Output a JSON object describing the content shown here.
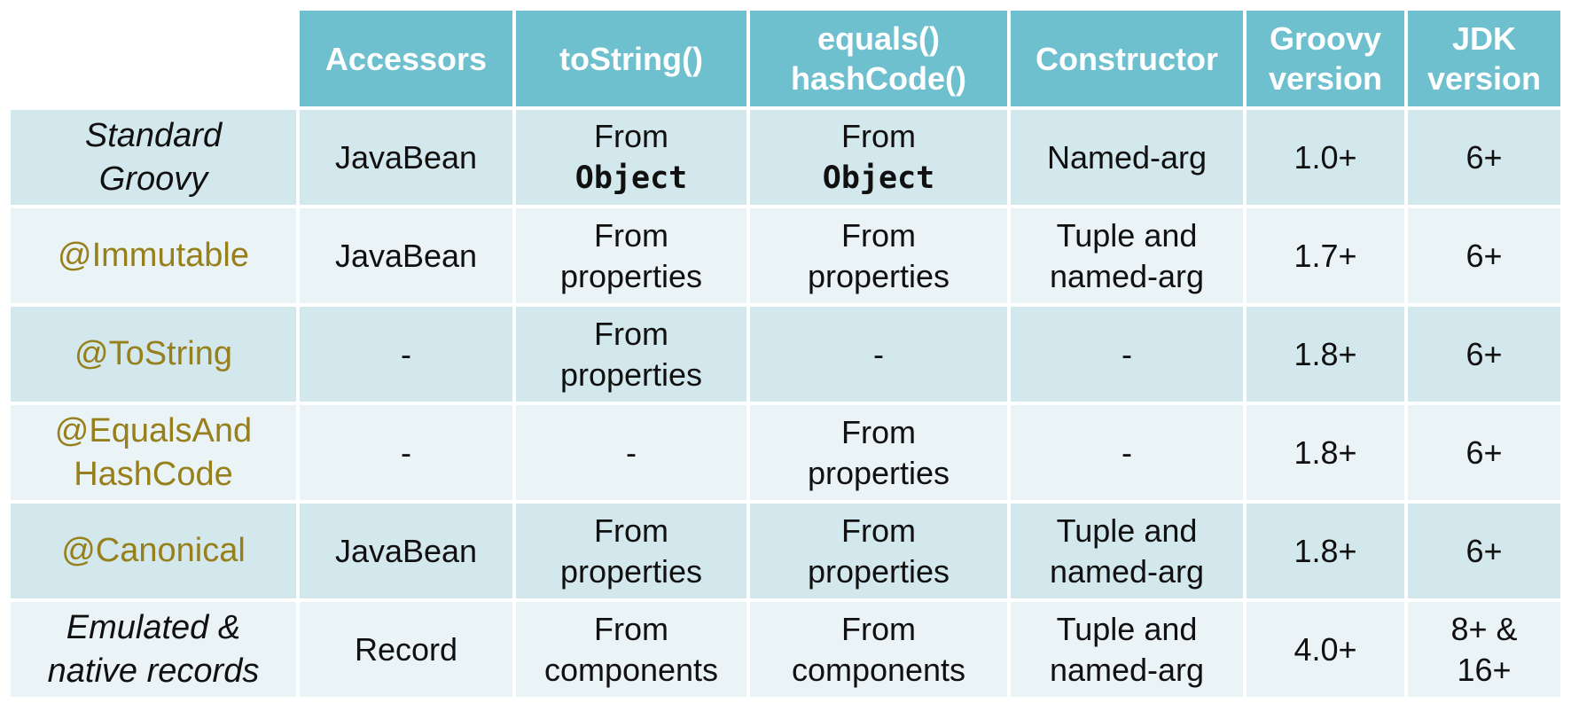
{
  "palette": {
    "header_bg": "#6EC0CF",
    "header_fg": "#FFFFFF",
    "row_dark": "#D3E8EC",
    "row_light": "#EAF3F6",
    "annotation_fg": "#97801C",
    "body_fg": "#101010",
    "divider": "#FFFFFF"
  },
  "table": {
    "mono_words": [
      "Object"
    ],
    "headers": [
      "",
      "Accessors",
      "toString()",
      "equals()\nhashCode()",
      "Constructor",
      "Groovy\nversion",
      "JDK\nversion"
    ],
    "rows": [
      {
        "label": "Standard\nGroovy",
        "cells": [
          "JavaBean",
          "From\nObject",
          "From\nObject",
          "Named-arg",
          "1.0+",
          "6+"
        ]
      },
      {
        "label": "@Immutable",
        "cells": [
          "JavaBean",
          "From\nproperties",
          "From\nproperties",
          "Tuple and\nnamed-arg",
          "1.7+",
          "6+"
        ]
      },
      {
        "label": "@ToString",
        "cells": [
          "-",
          "From\nproperties",
          "-",
          "-",
          "1.8+",
          "6+"
        ]
      },
      {
        "label": "@EqualsAnd\nHashCode",
        "cells": [
          "-",
          "-",
          "From\nproperties",
          "-",
          "1.8+",
          "6+"
        ]
      },
      {
        "label": "@Canonical",
        "cells": [
          "JavaBean",
          "From\nproperties",
          "From\nproperties",
          "Tuple and\nnamed-arg",
          "1.8+",
          "6+"
        ]
      },
      {
        "label": "Emulated &\nnative records",
        "cells": [
          "Record",
          "From\ncomponents",
          "From\ncomponents",
          "Tuple and\nnamed-arg",
          "4.0+",
          "8+ &\n16+"
        ]
      }
    ]
  }
}
